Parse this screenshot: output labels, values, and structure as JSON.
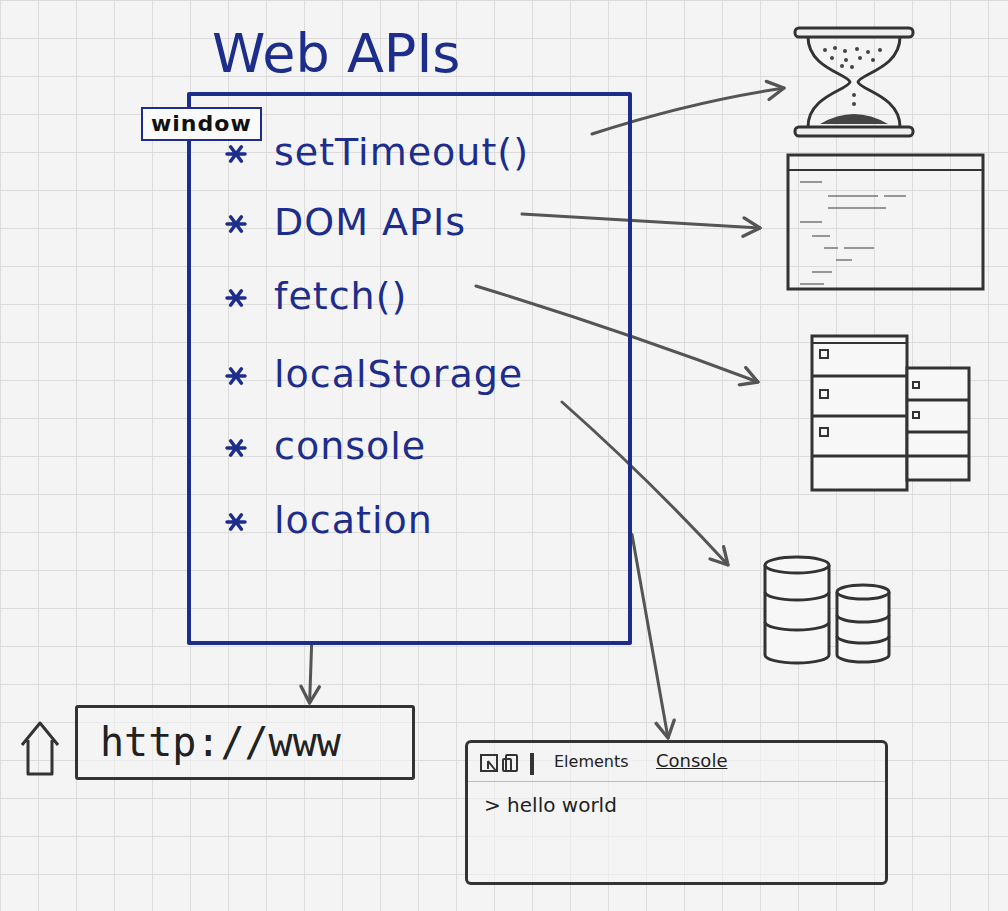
{
  "diagram": {
    "title": "Web APIs",
    "nodes": [
      {
        "text": [
          "setTimeout()",
          "DOM APIs",
          "fetch()",
          "localStorage",
          "console",
          "location"
        ]
      },
      {
        "text": [
          "window"
        ],
        "in": 0
      },
      {
        "text": [
          "http://www"
        ]
      },
      {
        "text": [
          "Elements",
          "Console",
          "> hello world"
        ]
      }
    ],
    "edges": [
      {
        "from": 0,
        "to": 2,
        "arrow": "to"
      },
      {
        "from": 0,
        "to": 3,
        "arrow": "to"
      }
    ]
  }
}
